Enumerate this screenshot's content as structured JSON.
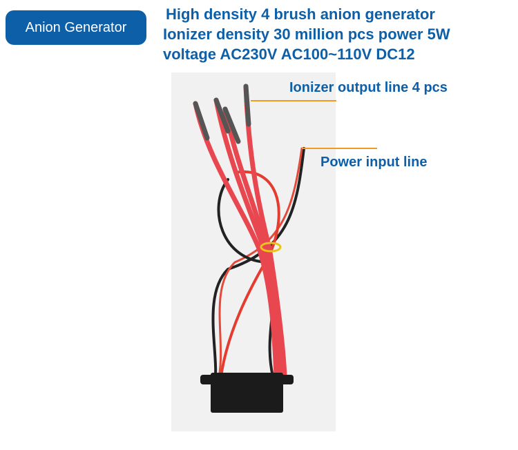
{
  "badge": "Anion Generator",
  "title_lines": [
    "High density 4 brush anion generator",
    "Ionizer density 30 million pcs power 5W",
    "voltage AC230V AC100~110V  DC12"
  ],
  "callouts": {
    "output": "Ionizer output line 4 pcs",
    "input": "Power input line"
  },
  "colors": {
    "brand": "#0d5fa8",
    "leader": "#f39a1e",
    "wire_red": "#e8474f",
    "wire_black": "#222222"
  }
}
